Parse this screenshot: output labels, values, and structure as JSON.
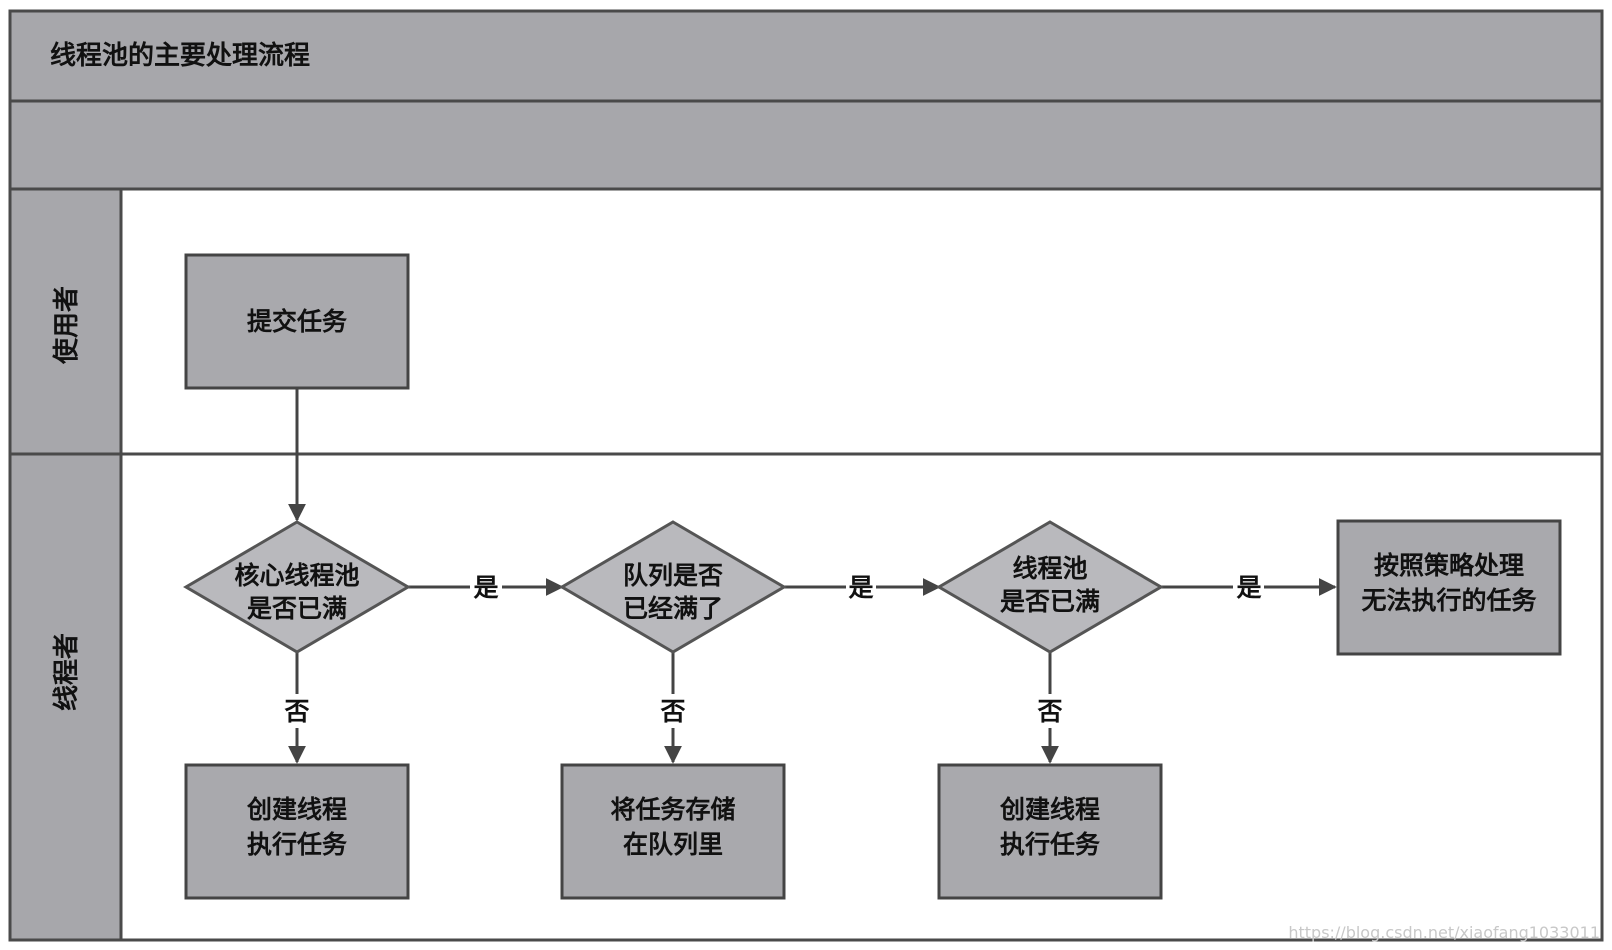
{
  "title": "线程池的主要处理流程",
  "lanes": {
    "user": "使用者",
    "pool": "线程者"
  },
  "nodes": {
    "submit": [
      "提交任务"
    ],
    "core_full": [
      "核心线程池",
      "是否已满"
    ],
    "queue_full": [
      "队列是否",
      "已经满了"
    ],
    "pool_full": [
      "线程池",
      "是否已满"
    ],
    "reject": [
      "按照策略处理",
      "无法执行的任务"
    ],
    "create_core": [
      "创建线程",
      "执行任务"
    ],
    "enqueue": [
      "将任务存储",
      "在队列里"
    ],
    "create_max": [
      "创建线程",
      "执行任务"
    ]
  },
  "edges": {
    "yes": "是",
    "no": "否"
  },
  "watermark": "https://blog.csdn.net/xiaofang1033011",
  "colors": {
    "band": "#a7a7ab",
    "box": "#a9a9ad",
    "diamond": "#b9b9bd",
    "border": "#4a4a4a"
  }
}
